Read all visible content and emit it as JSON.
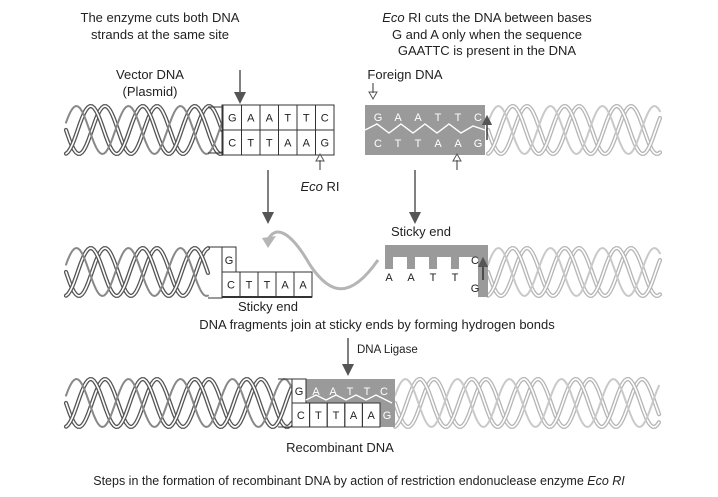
{
  "labels": {
    "enzyme_cut_line1": "The enzyme cuts both DNA",
    "enzyme_cut_line2": "strands at the same site",
    "ecori_prefix": "Eco",
    "ecori_cuts_rest": " RI cuts the DNA between bases",
    "ecori_cuts_line2": "G and A only when the sequence",
    "ecori_cuts_line3": "GAATTC is present in the DNA",
    "vector_line1": "Vector DNA",
    "vector_line2": "(Plasmid)",
    "foreign": "Foreign DNA",
    "ecori_label_prefix": "Eco",
    "ecori_label_rest": " RI",
    "sticky_end_right": "Sticky end",
    "sticky_end_left": "Sticky end",
    "join_text": "DNA fragments join at sticky ends by forming hydrogen bonds",
    "ligase": "DNA Ligase",
    "recombinant": "Recombinant DNA",
    "caption_main": "Steps in the formation of recombinant DNA by action of restriction endonuclease enzyme ",
    "caption_enzyme": "Eco RI"
  },
  "vector_box": {
    "top_bases": [
      "G",
      "A",
      "A",
      "T",
      "T",
      "C"
    ],
    "bottom_bases": [
      "C",
      "T",
      "T",
      "A",
      "A",
      "G"
    ]
  },
  "foreign_box": {
    "top_bases": [
      "G",
      "A",
      "A",
      "T",
      "T",
      "C"
    ],
    "bottom_bases": [
      "C",
      "T",
      "T",
      "A",
      "A",
      "G"
    ]
  },
  "left_fragment": {
    "top_base": "G",
    "bottom_bases": [
      "C",
      "T",
      "T",
      "A",
      "A"
    ]
  },
  "right_fragment": {
    "top_bases": [
      "A",
      "A",
      "T",
      "T"
    ],
    "end_top": "C",
    "end_bottom": "G"
  },
  "recombinant_box": {
    "top_bases": [
      "G",
      "A",
      "A",
      "T",
      "T",
      "C"
    ],
    "bottom_bases": [
      "C",
      "T",
      "T",
      "A",
      "A",
      "G"
    ]
  },
  "colors": {
    "helix_dark": "#555555",
    "helix_light": "#b5b5b5",
    "foreign_fill": "#9a9a9a",
    "text": "#222222"
  }
}
